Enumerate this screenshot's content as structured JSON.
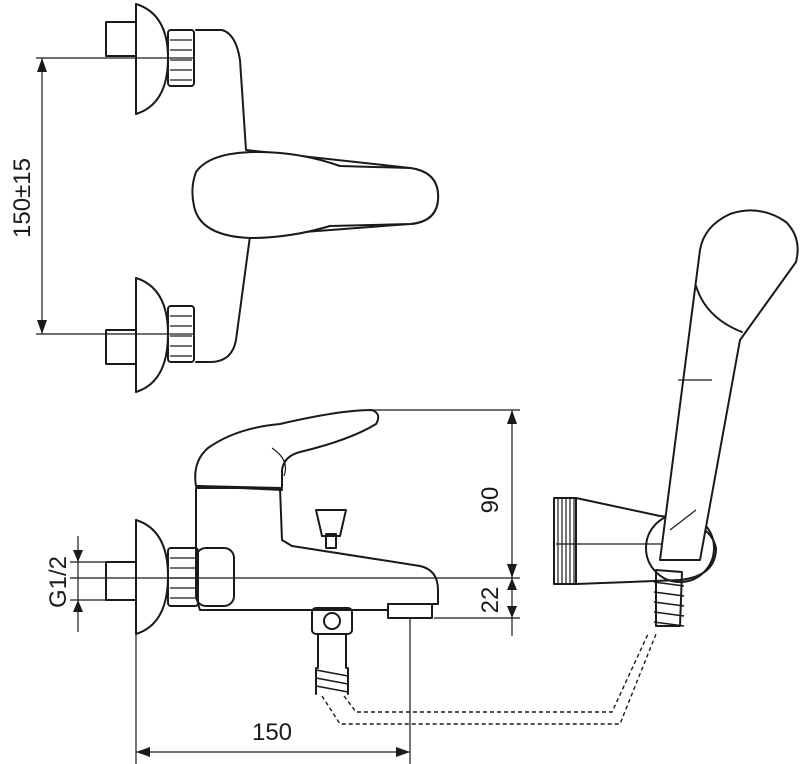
{
  "dimensions": {
    "nut_spacing": "150±15",
    "height_above_axis": "90",
    "spout_drop": "22",
    "thread_size": "G1/2",
    "outlet_reach": "150"
  }
}
